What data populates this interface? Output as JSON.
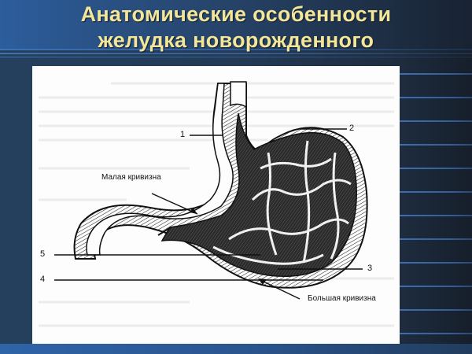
{
  "slide": {
    "title_line1": "Анатомические особенности",
    "title_line2": "желудка новорожденного",
    "colors": {
      "title_text": "#f3e699",
      "background_left": "#2c5d9c",
      "background_right": "#182232",
      "panel": "#fdfdfd"
    }
  },
  "figure": {
    "labels": {
      "n1": "1",
      "n2": "2",
      "n3": "3",
      "n4": "4",
      "n5": "5",
      "lesser_curvature": "Малая кривизна",
      "greater_curvature": "Большая кривизна"
    }
  }
}
